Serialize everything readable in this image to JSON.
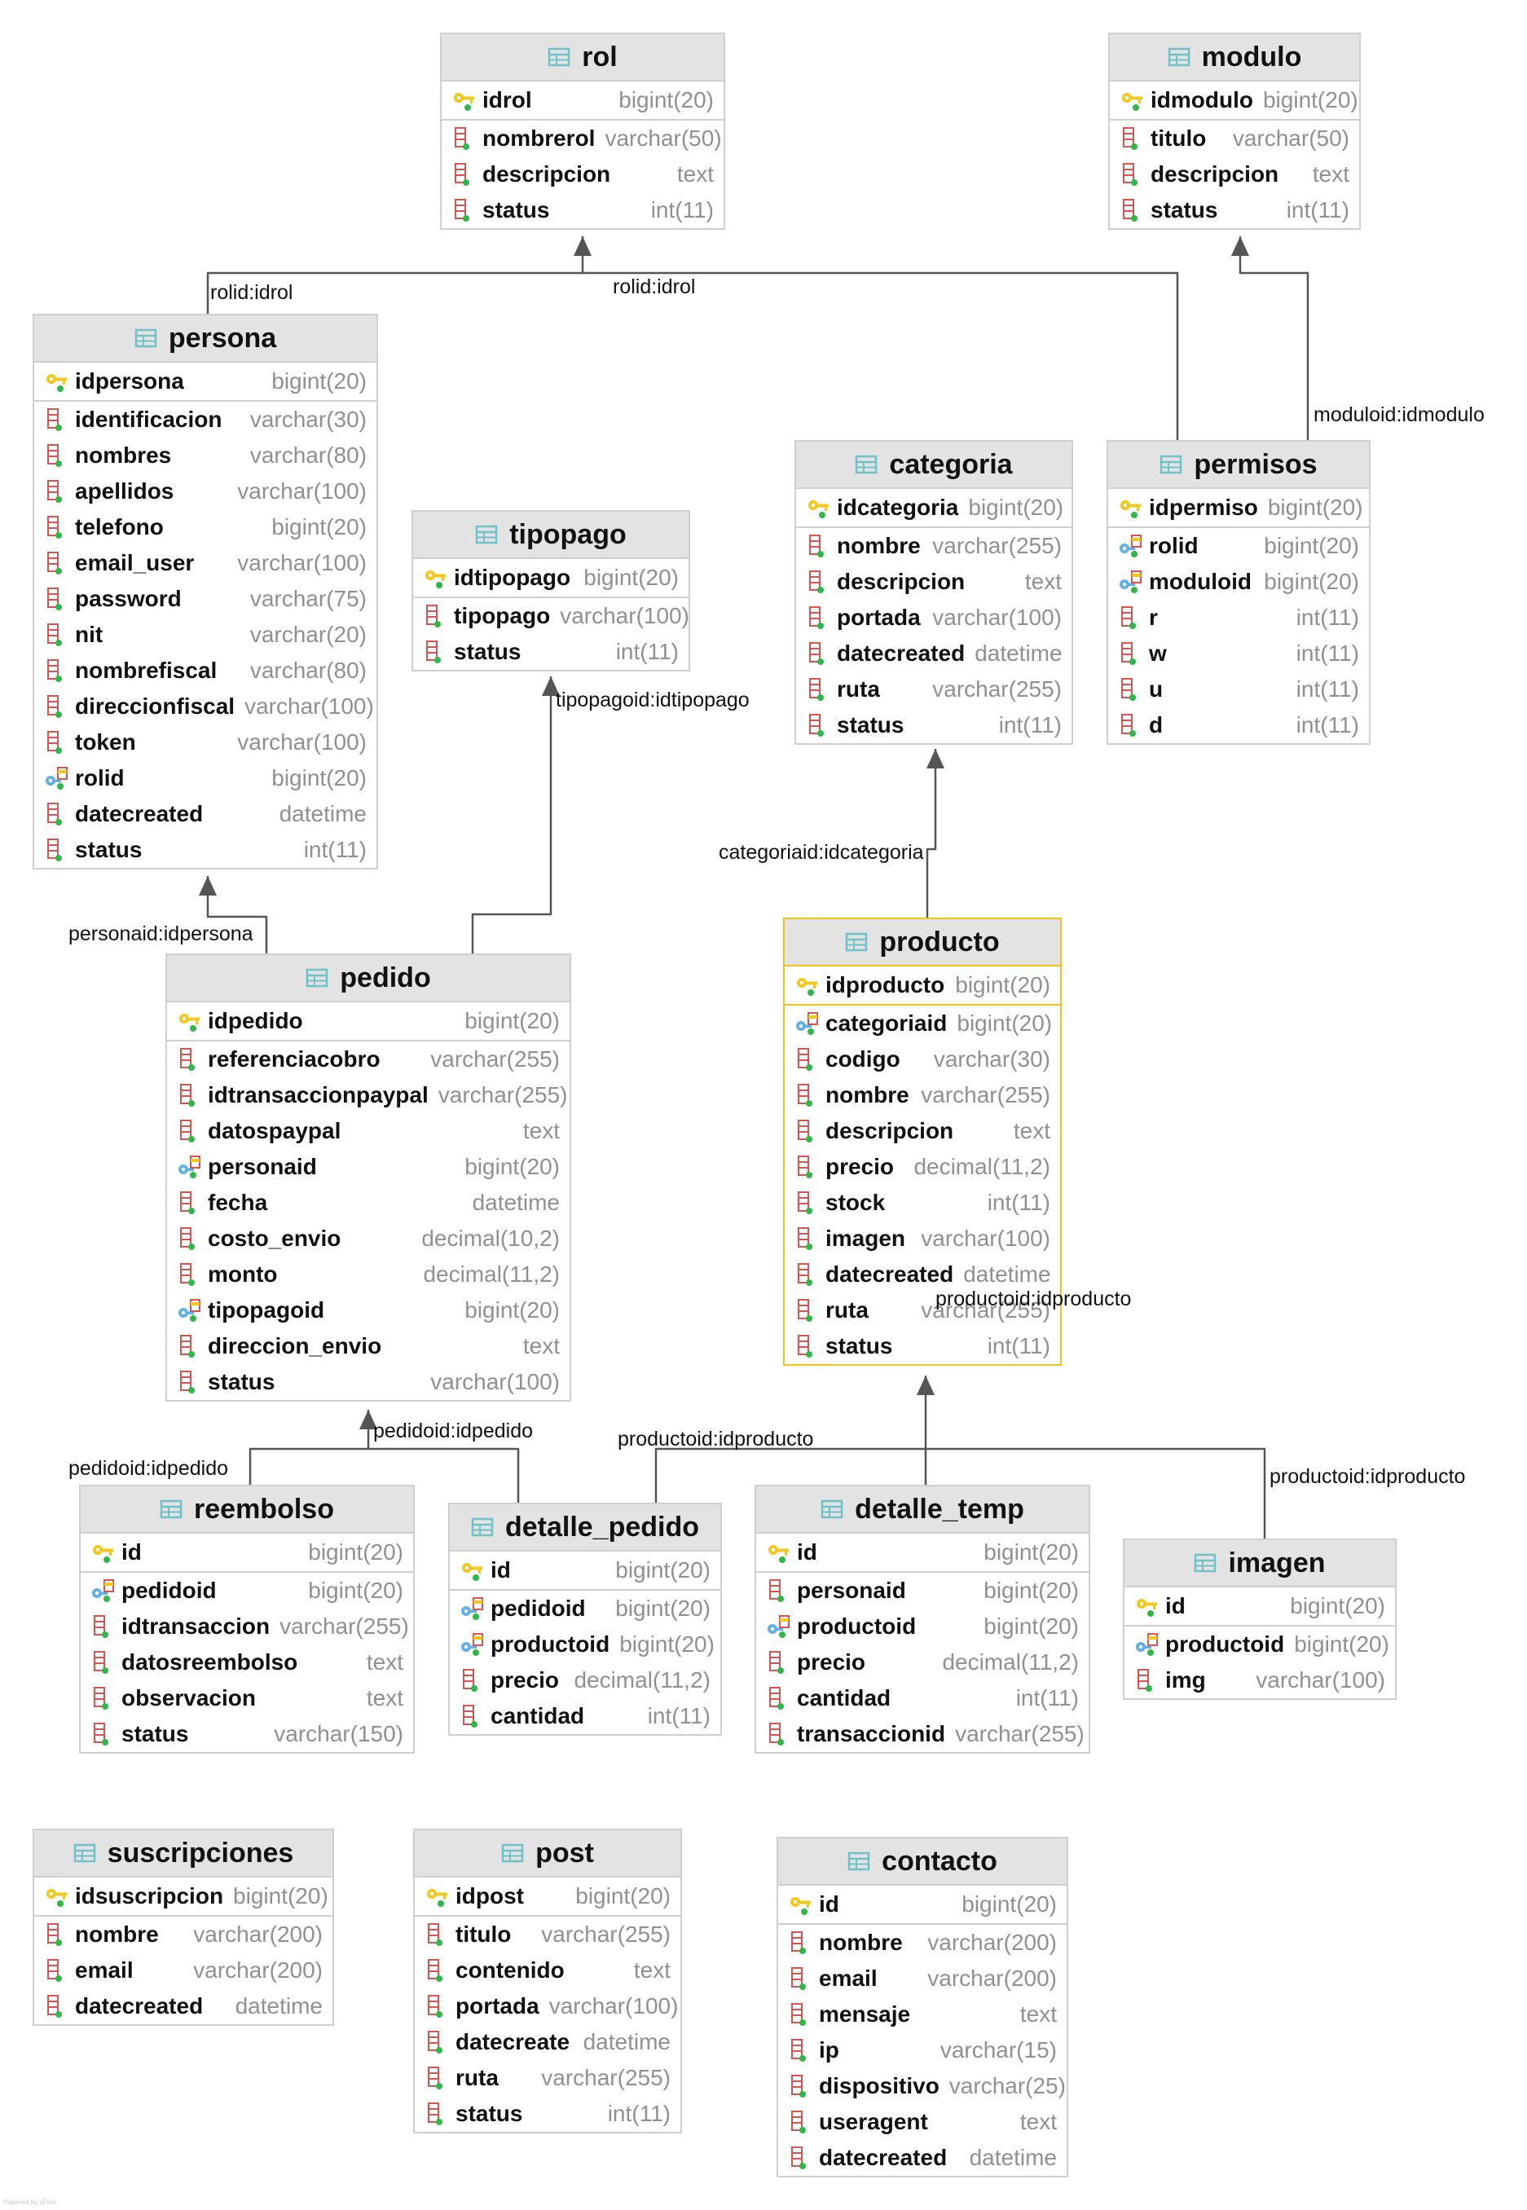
{
  "colors": {
    "table_header_bg": "#e3e3e3",
    "table_border": "#cfcfcf",
    "selected_border": "#f0c419",
    "link_line": "#555555",
    "type_text": "#909090",
    "pk_key_icon": "#f2c81b",
    "fk_key_icon": "#5fb0e6",
    "column_icon": "#d9534f",
    "table_icon": "#6fc2c7"
  },
  "tables": [
    {
      "name": "rol",
      "columns": [
        {
          "name": "idrol",
          "type": "bigint(20)",
          "kind": "pk"
        },
        {
          "name": "nombrerol",
          "type": "varchar(50)",
          "kind": "col"
        },
        {
          "name": "descripcion",
          "type": "text",
          "kind": "col"
        },
        {
          "name": "status",
          "type": "int(11)",
          "kind": "col"
        }
      ]
    },
    {
      "name": "modulo",
      "columns": [
        {
          "name": "idmodulo",
          "type": "bigint(20)",
          "kind": "pk"
        },
        {
          "name": "titulo",
          "type": "varchar(50)",
          "kind": "col"
        },
        {
          "name": "descripcion",
          "type": "text",
          "kind": "col"
        },
        {
          "name": "status",
          "type": "int(11)",
          "kind": "col"
        }
      ]
    },
    {
      "name": "persona",
      "columns": [
        {
          "name": "idpersona",
          "type": "bigint(20)",
          "kind": "pk"
        },
        {
          "name": "identificacion",
          "type": "varchar(30)",
          "kind": "col"
        },
        {
          "name": "nombres",
          "type": "varchar(80)",
          "kind": "col"
        },
        {
          "name": "apellidos",
          "type": "varchar(100)",
          "kind": "col"
        },
        {
          "name": "telefono",
          "type": "bigint(20)",
          "kind": "col"
        },
        {
          "name": "email_user",
          "type": "varchar(100)",
          "kind": "col"
        },
        {
          "name": "password",
          "type": "varchar(75)",
          "kind": "col"
        },
        {
          "name": "nit",
          "type": "varchar(20)",
          "kind": "col"
        },
        {
          "name": "nombrefiscal",
          "type": "varchar(80)",
          "kind": "col"
        },
        {
          "name": "direccionfiscal",
          "type": "varchar(100)",
          "kind": "col"
        },
        {
          "name": "token",
          "type": "varchar(100)",
          "kind": "col"
        },
        {
          "name": "rolid",
          "type": "bigint(20)",
          "kind": "fk"
        },
        {
          "name": "datecreated",
          "type": "datetime",
          "kind": "col"
        },
        {
          "name": "status",
          "type": "int(11)",
          "kind": "col"
        }
      ]
    },
    {
      "name": "tipopago",
      "columns": [
        {
          "name": "idtipopago",
          "type": "bigint(20)",
          "kind": "pk"
        },
        {
          "name": "tipopago",
          "type": "varchar(100)",
          "kind": "col"
        },
        {
          "name": "status",
          "type": "int(11)",
          "kind": "col"
        }
      ]
    },
    {
      "name": "categoria",
      "columns": [
        {
          "name": "idcategoria",
          "type": "bigint(20)",
          "kind": "pk"
        },
        {
          "name": "nombre",
          "type": "varchar(255)",
          "kind": "col"
        },
        {
          "name": "descripcion",
          "type": "text",
          "kind": "col"
        },
        {
          "name": "portada",
          "type": "varchar(100)",
          "kind": "col"
        },
        {
          "name": "datecreated",
          "type": "datetime",
          "kind": "col"
        },
        {
          "name": "ruta",
          "type": "varchar(255)",
          "kind": "col"
        },
        {
          "name": "status",
          "type": "int(11)",
          "kind": "col"
        }
      ]
    },
    {
      "name": "permisos",
      "columns": [
        {
          "name": "idpermiso",
          "type": "bigint(20)",
          "kind": "pk"
        },
        {
          "name": "rolid",
          "type": "bigint(20)",
          "kind": "fk"
        },
        {
          "name": "moduloid",
          "type": "bigint(20)",
          "kind": "fk"
        },
        {
          "name": "r",
          "type": "int(11)",
          "kind": "col"
        },
        {
          "name": "w",
          "type": "int(11)",
          "kind": "col"
        },
        {
          "name": "u",
          "type": "int(11)",
          "kind": "col"
        },
        {
          "name": "d",
          "type": "int(11)",
          "kind": "col"
        }
      ]
    },
    {
      "name": "pedido",
      "columns": [
        {
          "name": "idpedido",
          "type": "bigint(20)",
          "kind": "pk"
        },
        {
          "name": "referenciacobro",
          "type": "varchar(255)",
          "kind": "col"
        },
        {
          "name": "idtransaccionpaypal",
          "type": "varchar(255)",
          "kind": "col"
        },
        {
          "name": "datospaypal",
          "type": "text",
          "kind": "col"
        },
        {
          "name": "personaid",
          "type": "bigint(20)",
          "kind": "fk"
        },
        {
          "name": "fecha",
          "type": "datetime",
          "kind": "col"
        },
        {
          "name": "costo_envio",
          "type": "decimal(10,2)",
          "kind": "col"
        },
        {
          "name": "monto",
          "type": "decimal(11,2)",
          "kind": "col"
        },
        {
          "name": "tipopagoid",
          "type": "bigint(20)",
          "kind": "fk"
        },
        {
          "name": "direccion_envio",
          "type": "text",
          "kind": "col"
        },
        {
          "name": "status",
          "type": "varchar(100)",
          "kind": "col"
        }
      ]
    },
    {
      "name": "producto",
      "columns": [
        {
          "name": "idproducto",
          "type": "bigint(20)",
          "kind": "pk"
        },
        {
          "name": "categoriaid",
          "type": "bigint(20)",
          "kind": "fk"
        },
        {
          "name": "codigo",
          "type": "varchar(30)",
          "kind": "col"
        },
        {
          "name": "nombre",
          "type": "varchar(255)",
          "kind": "col"
        },
        {
          "name": "descripcion",
          "type": "text",
          "kind": "col"
        },
        {
          "name": "precio",
          "type": "decimal(11,2)",
          "kind": "col"
        },
        {
          "name": "stock",
          "type": "int(11)",
          "kind": "col"
        },
        {
          "name": "imagen",
          "type": "varchar(100)",
          "kind": "col"
        },
        {
          "name": "datecreated",
          "type": "datetime",
          "kind": "col"
        },
        {
          "name": "ruta",
          "type": "varchar(255)",
          "kind": "col"
        },
        {
          "name": "status",
          "type": "int(11)",
          "kind": "col"
        }
      ]
    },
    {
      "name": "reembolso",
      "columns": [
        {
          "name": "id",
          "type": "bigint(20)",
          "kind": "pk"
        },
        {
          "name": "pedidoid",
          "type": "bigint(20)",
          "kind": "fk"
        },
        {
          "name": "idtransaccion",
          "type": "varchar(255)",
          "kind": "col"
        },
        {
          "name": "datosreembolso",
          "type": "text",
          "kind": "col"
        },
        {
          "name": "observacion",
          "type": "text",
          "kind": "col"
        },
        {
          "name": "status",
          "type": "varchar(150)",
          "kind": "col"
        }
      ]
    },
    {
      "name": "detalle_pedido",
      "columns": [
        {
          "name": "id",
          "type": "bigint(20)",
          "kind": "pk"
        },
        {
          "name": "pedidoid",
          "type": "bigint(20)",
          "kind": "fk"
        },
        {
          "name": "productoid",
          "type": "bigint(20)",
          "kind": "fk"
        },
        {
          "name": "precio",
          "type": "decimal(11,2)",
          "kind": "col"
        },
        {
          "name": "cantidad",
          "type": "int(11)",
          "kind": "col"
        }
      ]
    },
    {
      "name": "detalle_temp",
      "columns": [
        {
          "name": "id",
          "type": "bigint(20)",
          "kind": "pk"
        },
        {
          "name": "personaid",
          "type": "bigint(20)",
          "kind": "col"
        },
        {
          "name": "productoid",
          "type": "bigint(20)",
          "kind": "fk"
        },
        {
          "name": "precio",
          "type": "decimal(11,2)",
          "kind": "col"
        },
        {
          "name": "cantidad",
          "type": "int(11)",
          "kind": "col"
        },
        {
          "name": "transaccionid",
          "type": "varchar(255)",
          "kind": "col"
        }
      ]
    },
    {
      "name": "imagen",
      "columns": [
        {
          "name": "id",
          "type": "bigint(20)",
          "kind": "pk"
        },
        {
          "name": "productoid",
          "type": "bigint(20)",
          "kind": "fk"
        },
        {
          "name": "img",
          "type": "varchar(100)",
          "kind": "col"
        }
      ]
    },
    {
      "name": "suscripciones",
      "columns": [
        {
          "name": "idsuscripcion",
          "type": "bigint(20)",
          "kind": "pk"
        },
        {
          "name": "nombre",
          "type": "varchar(200)",
          "kind": "col"
        },
        {
          "name": "email",
          "type": "varchar(200)",
          "kind": "col"
        },
        {
          "name": "datecreated",
          "type": "datetime",
          "kind": "col"
        }
      ]
    },
    {
      "name": "post",
      "columns": [
        {
          "name": "idpost",
          "type": "bigint(20)",
          "kind": "pk"
        },
        {
          "name": "titulo",
          "type": "varchar(255)",
          "kind": "col"
        },
        {
          "name": "contenido",
          "type": "text",
          "kind": "col"
        },
        {
          "name": "portada",
          "type": "varchar(100)",
          "kind": "col"
        },
        {
          "name": "datecreate",
          "type": "datetime",
          "kind": "col"
        },
        {
          "name": "ruta",
          "type": "varchar(255)",
          "kind": "col"
        },
        {
          "name": "status",
          "type": "int(11)",
          "kind": "col"
        }
      ]
    },
    {
      "name": "contacto",
      "columns": [
        {
          "name": "id",
          "type": "bigint(20)",
          "kind": "pk"
        },
        {
          "name": "nombre",
          "type": "varchar(200)",
          "kind": "col"
        },
        {
          "name": "email",
          "type": "varchar(200)",
          "kind": "col"
        },
        {
          "name": "mensaje",
          "type": "text",
          "kind": "col"
        },
        {
          "name": "ip",
          "type": "varchar(15)",
          "kind": "col"
        },
        {
          "name": "dispositivo",
          "type": "varchar(25)",
          "kind": "col"
        },
        {
          "name": "useragent",
          "type": "text",
          "kind": "col"
        },
        {
          "name": "datecreated",
          "type": "datetime",
          "kind": "col"
        }
      ]
    }
  ],
  "relations": [
    {
      "label": "rolid:idrol"
    },
    {
      "label": "rolid:idrol"
    },
    {
      "label": "moduloid:idmodulo"
    },
    {
      "label": "tipopagoid:idtipopago"
    },
    {
      "label": "categoriaid:idcategoria"
    },
    {
      "label": "personaid:idpersona"
    },
    {
      "label": "pedidoid:idpedido"
    },
    {
      "label": "pedidoid:idpedido"
    },
    {
      "label": "productoid:idproducto"
    },
    {
      "label": "productoid:idproducto"
    },
    {
      "label": "productoid:idproducto"
    }
  ],
  "watermark": "Powered by yFiles"
}
